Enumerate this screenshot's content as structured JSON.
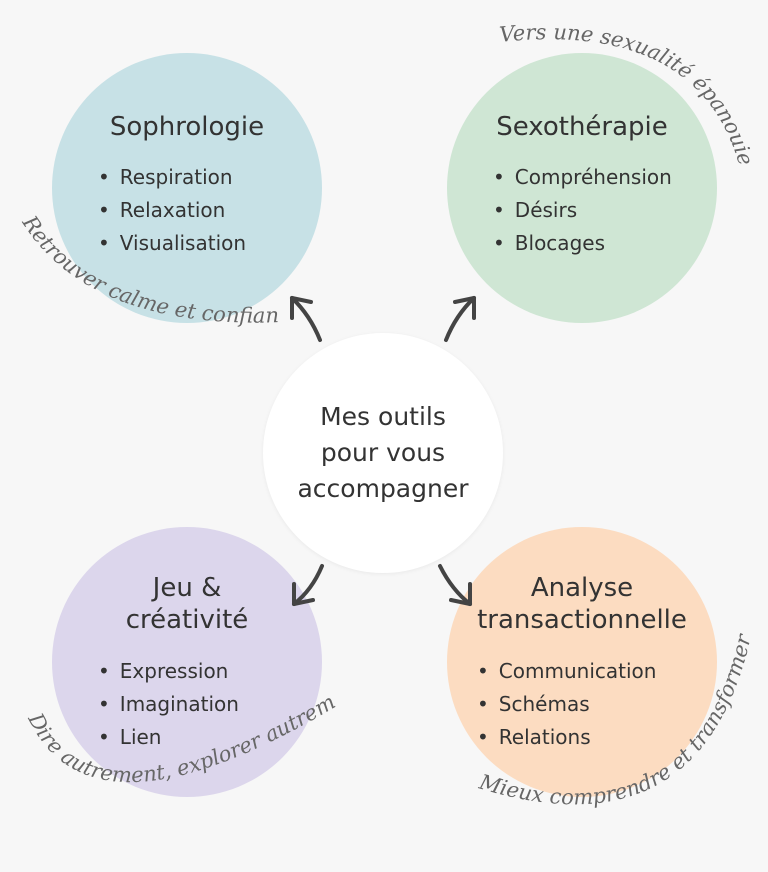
{
  "center": {
    "lines": [
      "Mes outils",
      "pour vous",
      "accompagner"
    ]
  },
  "tools": [
    {
      "title": "Sophrologie",
      "items": [
        "Respiration",
        "Relaxation",
        "Visualisation"
      ],
      "tagline": "Retrouver calme et confiance",
      "color": "#c7e1e6"
    },
    {
      "title": "Sexothérapie",
      "items": [
        "Compréhension",
        "Désirs",
        "Blocages"
      ],
      "tagline": "Vers une sexualité épanouie",
      "color": "#cfe6d4"
    },
    {
      "title": "Jeu &\ncréativité",
      "items": [
        "Expression",
        "Imagination",
        "Lien"
      ],
      "tagline": "Dire autrement, explorer autrement",
      "color": "#dcd6ec"
    },
    {
      "title": "Analyse\ntransactionnelle",
      "items": [
        "Communication",
        "Schémas",
        "Relations"
      ],
      "tagline": "Mieux comprendre et transformer",
      "color": "#fcdcc1"
    }
  ]
}
